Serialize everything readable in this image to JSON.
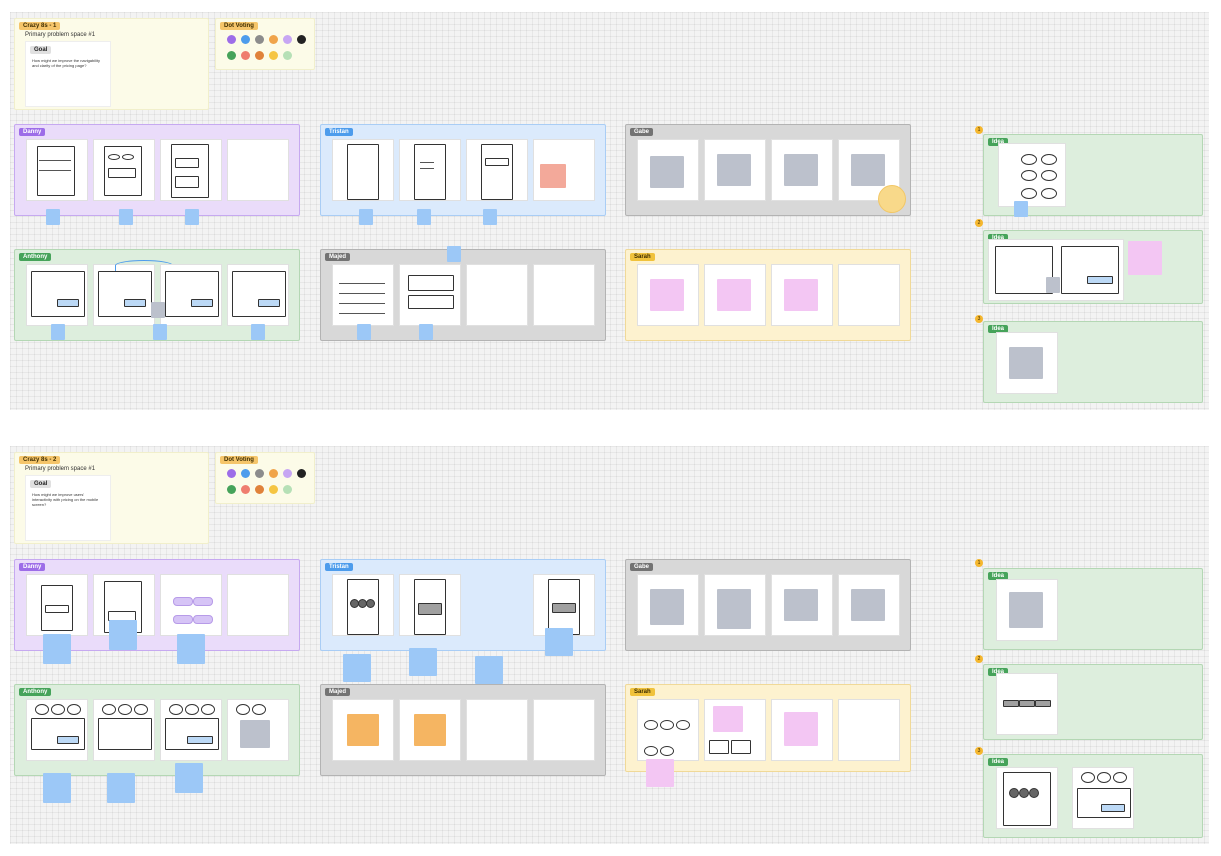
{
  "boards": [
    {
      "title": "Crazy 8s - 1",
      "subtitle": "Primary problem space #1",
      "goal_label": "Goal",
      "goal_text": "How might we improve the navigability and clarity of the pricing page?",
      "dot_voting_label": "Dot Voting"
    },
    {
      "title": "Crazy 8s - 2",
      "subtitle": "Primary problem space #1",
      "goal_label": "Goal",
      "goal_text": "How might we improve users' interactivity with pricing on the mobile screen?",
      "dot_voting_label": "Dot Voting"
    }
  ],
  "participants": [
    "Danny",
    "Tristan",
    "Gabe",
    "Anthony",
    "Majed",
    "Sarah"
  ],
  "idea_label": "Idea",
  "idea_numbers": [
    "1",
    "2",
    "3"
  ],
  "dot_colors": {
    "row1": [
      "#9d6de8",
      "#4d9cec",
      "#8c8c8c",
      "#f0a44a",
      "#c7a6f3",
      "#222222"
    ],
    "row2": [
      "#46a35a",
      "#ef7d6f",
      "#e0823a",
      "#f5c542",
      "#b6e0b6"
    ]
  },
  "colors": {
    "purple": "#9d6de8",
    "blue": "#4d9cec",
    "gray": "#737373",
    "green": "#46a35a",
    "yellow": "#f0c23c"
  }
}
